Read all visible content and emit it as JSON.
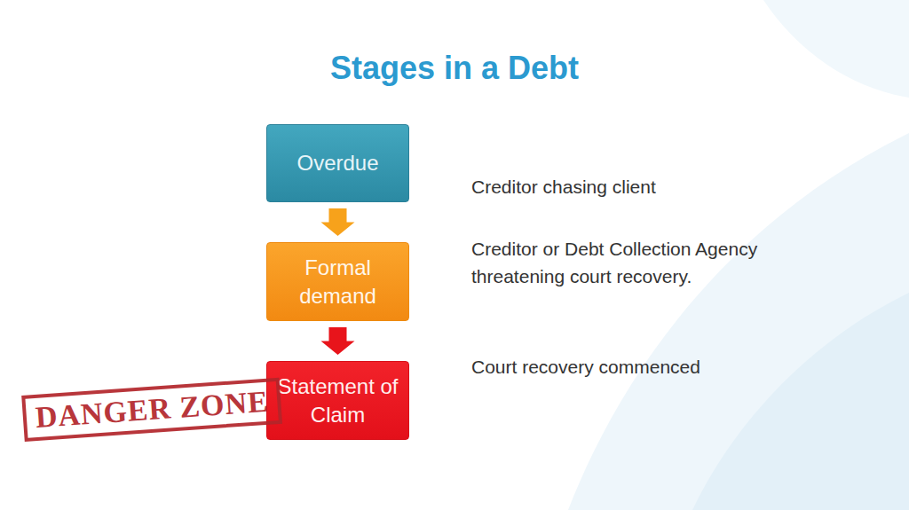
{
  "diagram": {
    "title": "Stages in a Debt",
    "nodes": [
      {
        "text": [
          "Overdue"
        ]
      },
      {
        "text": [
          "Formal demand"
        ]
      },
      {
        "text": [
          "Statement of Claim"
        ]
      }
    ],
    "edges": [
      {
        "from": 0,
        "to": 1,
        "arrow": "to"
      },
      {
        "from": 1,
        "to": 2,
        "arrow": "to"
      }
    ],
    "labels": [
      "Creditor chasing client",
      "Creditor or Debt Collection Agency threatening court recovery.",
      "Court recovery commenced",
      "DANGER ZONE"
    ]
  }
}
